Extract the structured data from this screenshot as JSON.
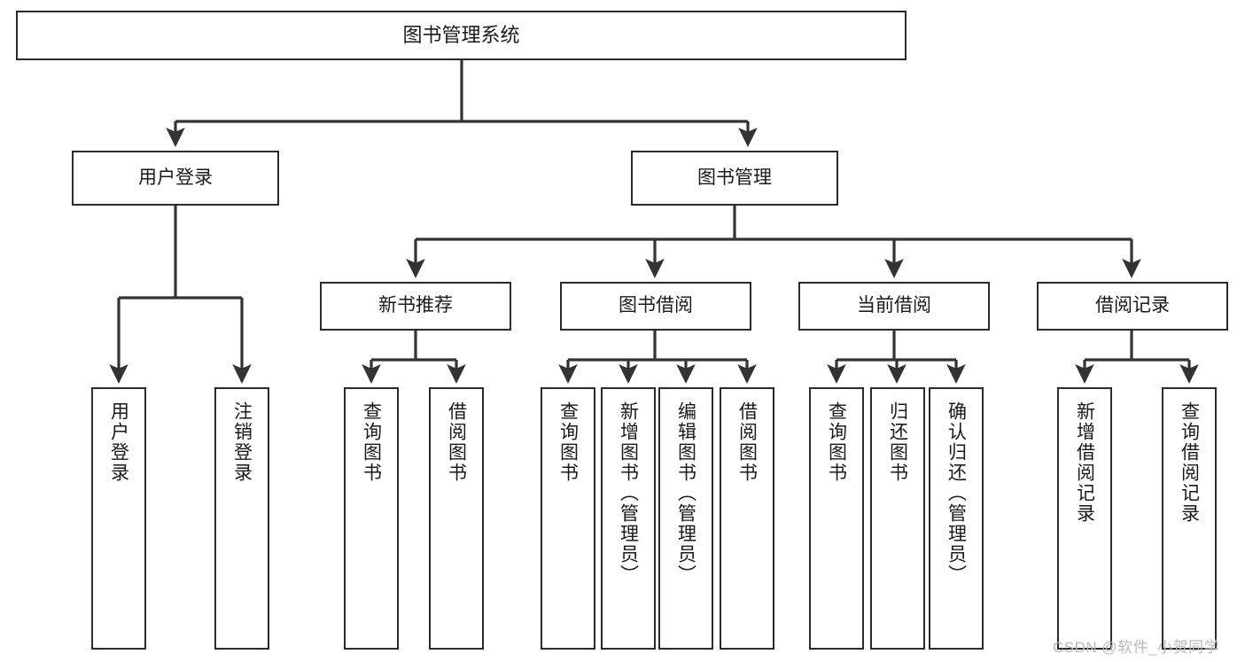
{
  "diagram": {
    "title": "图书管理系统",
    "type": "tree-hierarchy-chart",
    "watermark": "CSDN @软件_小贺同学",
    "colors": {
      "box_border": "#2b2b2b",
      "box_fill": "#ffffff",
      "connector": "#333333",
      "text": "#1a1a1a",
      "watermark": "#b9b9b9",
      "background": "#ffffff"
    },
    "nodes": {
      "root": {
        "label": "图书管理系统"
      },
      "level2": [
        {
          "label": "用户登录"
        },
        {
          "label": "图书管理"
        }
      ],
      "level3": [
        {
          "label": "新书推荐"
        },
        {
          "label": "图书借阅"
        },
        {
          "label": "当前借阅"
        },
        {
          "label": "借阅记录"
        }
      ],
      "leaves": {
        "user_login": [
          {
            "label": "用户登录"
          },
          {
            "label": "注销登录"
          }
        ],
        "new_book_recommend": [
          {
            "label": "查询图书"
          },
          {
            "label": "借阅图书"
          }
        ],
        "book_borrow": [
          {
            "label": "查询图书"
          },
          {
            "label": "新增图书（管理员）"
          },
          {
            "label": "编辑图书（管理员）"
          },
          {
            "label": "借阅图书"
          }
        ],
        "current_borrow": [
          {
            "label": "查询图书"
          },
          {
            "label": "归还图书"
          },
          {
            "label": "确认归还（管理员）"
          }
        ],
        "borrow_record": [
          {
            "label": "新增借阅记录"
          },
          {
            "label": "查询借阅记录"
          }
        ]
      }
    }
  }
}
